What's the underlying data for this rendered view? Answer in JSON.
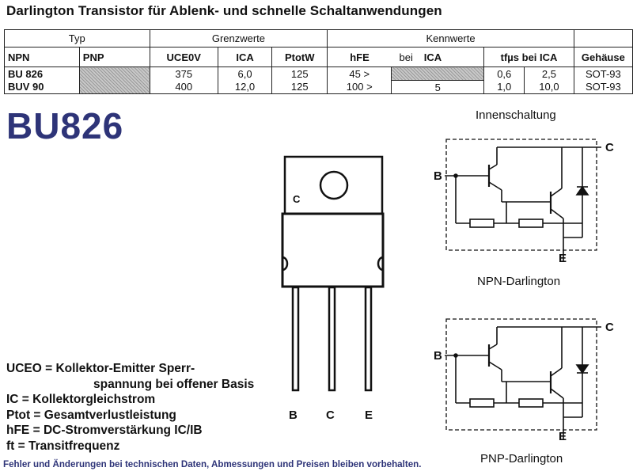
{
  "heading": "Darlington Transistor für Ablenk- und schnelle Schaltanwendungen",
  "table": {
    "group_headers": [
      "Typ",
      "Grenzwerte",
      "Kennwerte",
      ""
    ],
    "col_headers": {
      "npn": "NPN",
      "pnp": "PNP",
      "uceo": "UCE0V",
      "ic": "ICA",
      "ptot": "PtotW",
      "hfe": "hFE",
      "bei1": "bei",
      "ic2": "ICA",
      "tf": "tfµs bei ICA",
      "gehaeuse": "Gehäuse"
    },
    "rows": [
      {
        "npn": "BU 826",
        "pnp": "",
        "uceo": "375",
        "ic": "6,0",
        "ptot": "125",
        "hfe": "45 >",
        "ic2": "",
        "tf": "0,6",
        "ic3": "2,5",
        "case": "SOT-93"
      },
      {
        "npn": "BUV 90",
        "pnp": "",
        "uceo": "400",
        "ic": "12,0",
        "ptot": "125",
        "hfe": "100 >",
        "ic2": "5",
        "tf": "1,0",
        "ic3": "10,0",
        "case": "SOT-93"
      }
    ]
  },
  "part_title": "BU826",
  "package": {
    "pin_c_mark": "C",
    "pins": [
      "B",
      "C",
      "E"
    ]
  },
  "circuit": {
    "title": "Innenschaltung",
    "npn_caption": "NPN-Darlington",
    "pnp_caption": "PNP-Darlington",
    "terminal_b": "B",
    "terminal_c": "C",
    "terminal_e": "E"
  },
  "legend": [
    "UCEO = Kollektor-Emitter Sperr-",
    "spannung bei offener Basis",
    "IC = Kollektorgleichstrom",
    "Ptot = Gesamtverlustleistung",
    "hFE = DC-Stromverstärkung IC/IB",
    "ft = Transitfrequenz"
  ],
  "footer": "Fehler und Änderungen bei technischen Daten, Abmessungen und Preisen bleiben vorbehalten.",
  "colors": {
    "title_blue": "#2e3478",
    "footer_blue": "#2e3478",
    "text": "#111111"
  }
}
